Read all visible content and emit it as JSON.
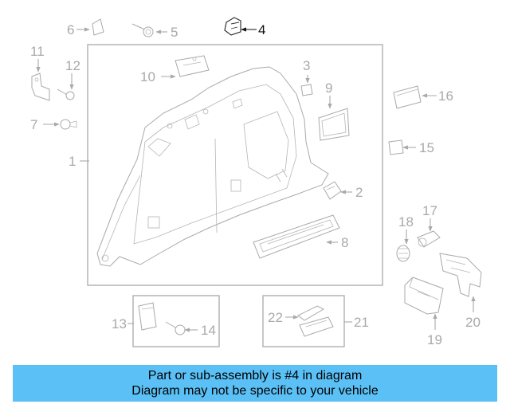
{
  "diagram": {
    "callouts": [
      "1",
      "2",
      "3",
      "4",
      "5",
      "6",
      "7",
      "8",
      "9",
      "10",
      "11",
      "12",
      "13",
      "14",
      "15",
      "16",
      "17",
      "18",
      "19",
      "20",
      "21",
      "22"
    ],
    "highlighted": "4",
    "highlight_color": "#5bc0f5"
  },
  "banner": {
    "line1": "Part or sub-assembly is #4 in diagram",
    "line2": "Diagram may not be specific to your vehicle",
    "background": "#5bc0f5"
  }
}
